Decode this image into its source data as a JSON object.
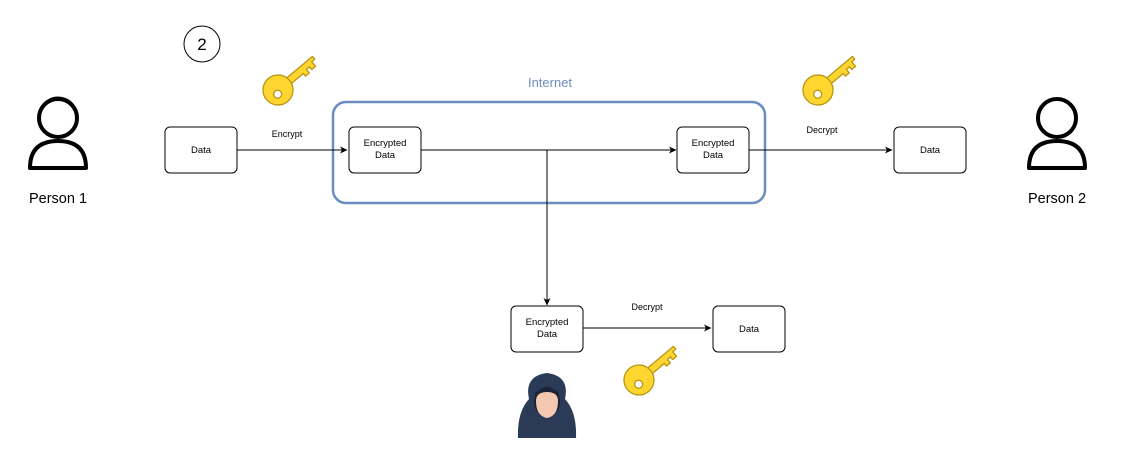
{
  "step": {
    "number": "2"
  },
  "persons": {
    "sender": "Person 1",
    "receiver": "Person 2"
  },
  "internet": {
    "label": "Internet",
    "color": "#6c8ebf"
  },
  "boxes": {
    "data_source": "Data",
    "encrypted_1": [
      "Encrypted",
      "Data"
    ],
    "encrypted_2": [
      "Encrypted",
      "Data"
    ],
    "data_dest": "Data",
    "encrypted_intercepted": [
      "Encrypted",
      "Data"
    ],
    "data_intercepted": "Data"
  },
  "edges": {
    "encrypt": "Encrypt",
    "decrypt_receiver": "Decrypt",
    "decrypt_attacker": "Decrypt"
  },
  "colors": {
    "key": "#ffd530",
    "key_outline": "#b89612",
    "hacker_hood": "#2b3a57",
    "hacker_face": "#f4c7b0"
  },
  "icons": {
    "person": "user-icon",
    "key": "key-icon",
    "attacker": "hacker-icon"
  }
}
